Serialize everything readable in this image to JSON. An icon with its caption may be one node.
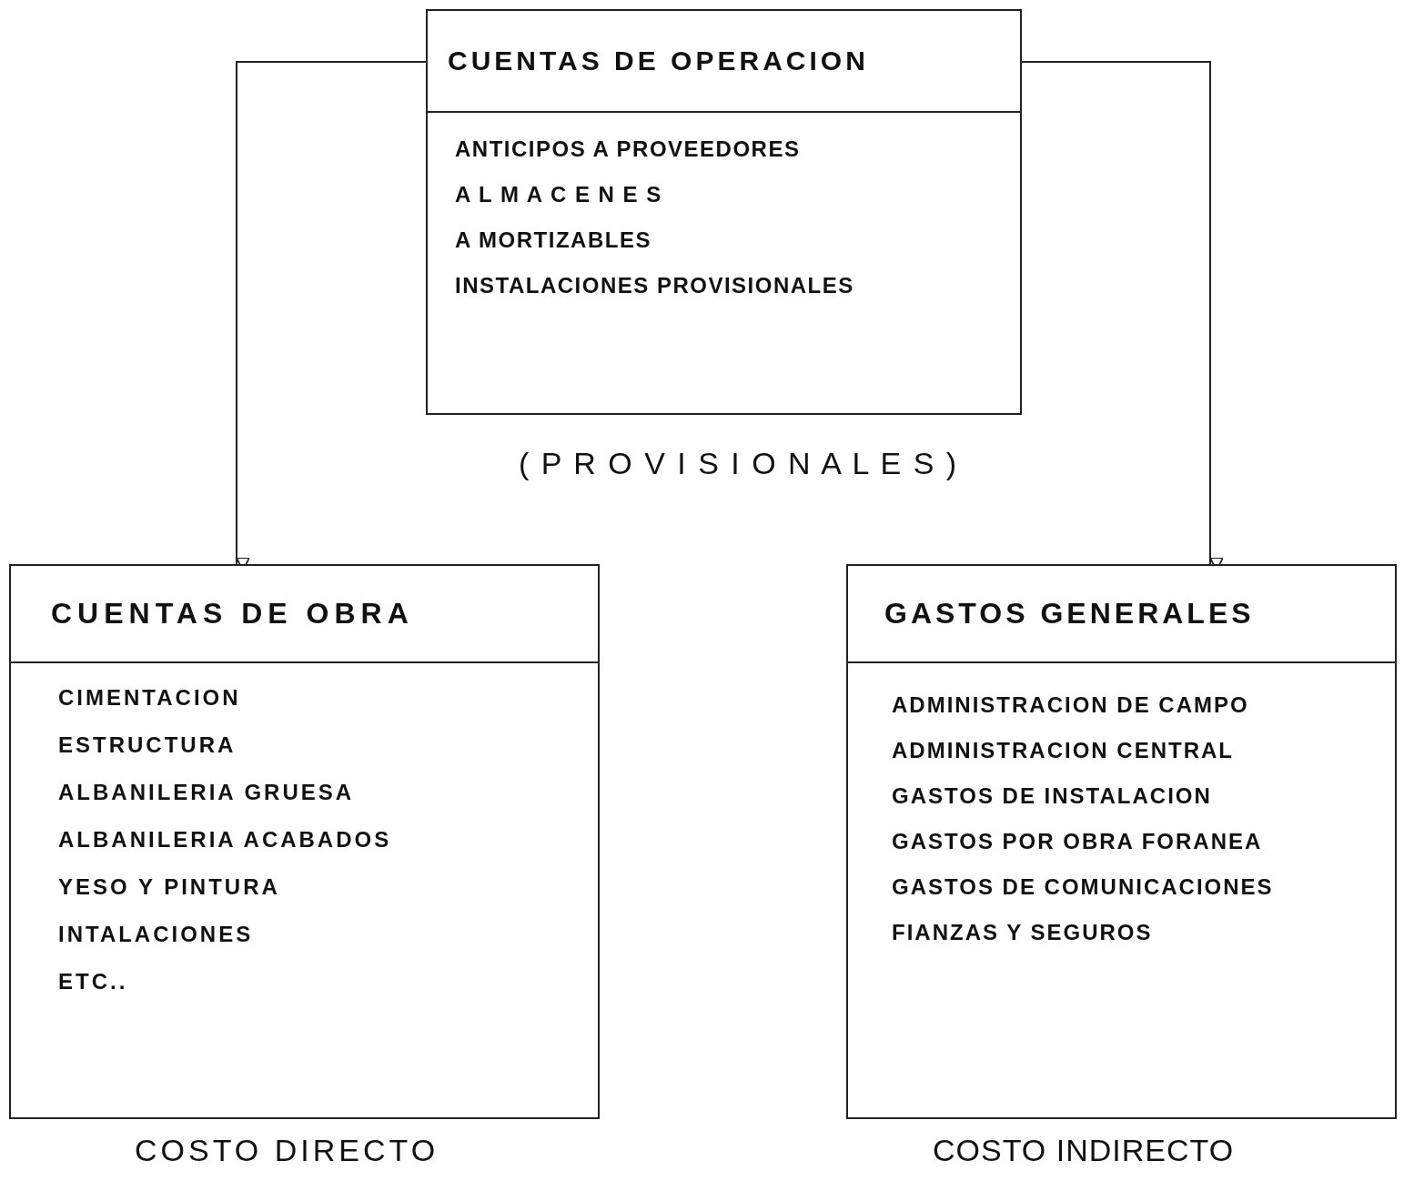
{
  "diagram": {
    "nodes": [
      {
        "text": [
          "CUENTAS DE OPERACION",
          "ANTICIPOS A PROVEEDORES",
          "A L M A C E N E S",
          "A MORTIZABLES",
          "INSTALACIONES PROVISIONALES"
        ],
        "beside": [
          "( P R O V I S I O N A L E S )"
        ]
      },
      {
        "text": [
          "CUENTAS DE OBRA",
          "CIMENTACION",
          "ESTRUCTURA",
          "ALBANILERIA GRUESA",
          "ALBANILERIA ACABADOS",
          "YESO Y PINTURA",
          "INTALACIONES",
          "ETC.."
        ],
        "beside": [
          "COSTO DIRECTO"
        ]
      },
      {
        "text": [
          "GASTOS GENERALES",
          "ADMINISTRACION DE CAMPO",
          "ADMINISTRACION CENTRAL",
          "GASTOS DE INSTALACION",
          "GASTOS POR OBRA FORANEA",
          "GASTOS DE COMUNICACIONES",
          "FIANZAS Y SEGUROS"
        ],
        "beside": [
          "COSTO INDIRECTO"
        ]
      }
    ],
    "edges": [
      {
        "from": 0,
        "to": 1,
        "arrow": "to"
      },
      {
        "from": 0,
        "to": 2,
        "arrow": "to"
      }
    ]
  }
}
